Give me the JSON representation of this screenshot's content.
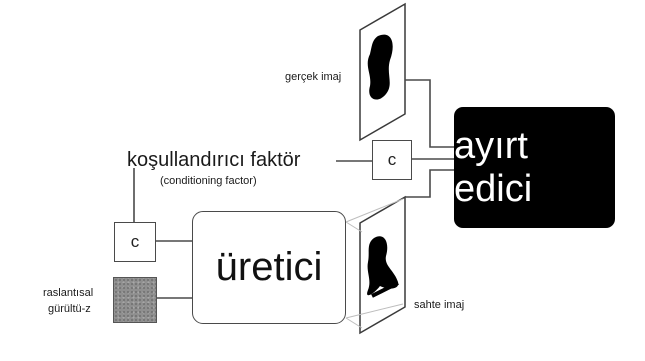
{
  "labels": {
    "real_image": "gerçek imaj",
    "fake_image": "sahte imaj",
    "conditioning_factor": "koşullandırıcı faktör",
    "conditioning_factor_en": "(conditioning factor)",
    "condition_symbol_top": "c",
    "condition_symbol_bottom": "c",
    "generator": "üretici",
    "discriminator": "ayırt edici",
    "noise_line1": "raslantısal",
    "noise_line2": "gürültü-z"
  },
  "colors": {
    "discriminator_fill": "#000000",
    "noise_fill": "#8f8f8f",
    "line": "#4a4a4a"
  }
}
